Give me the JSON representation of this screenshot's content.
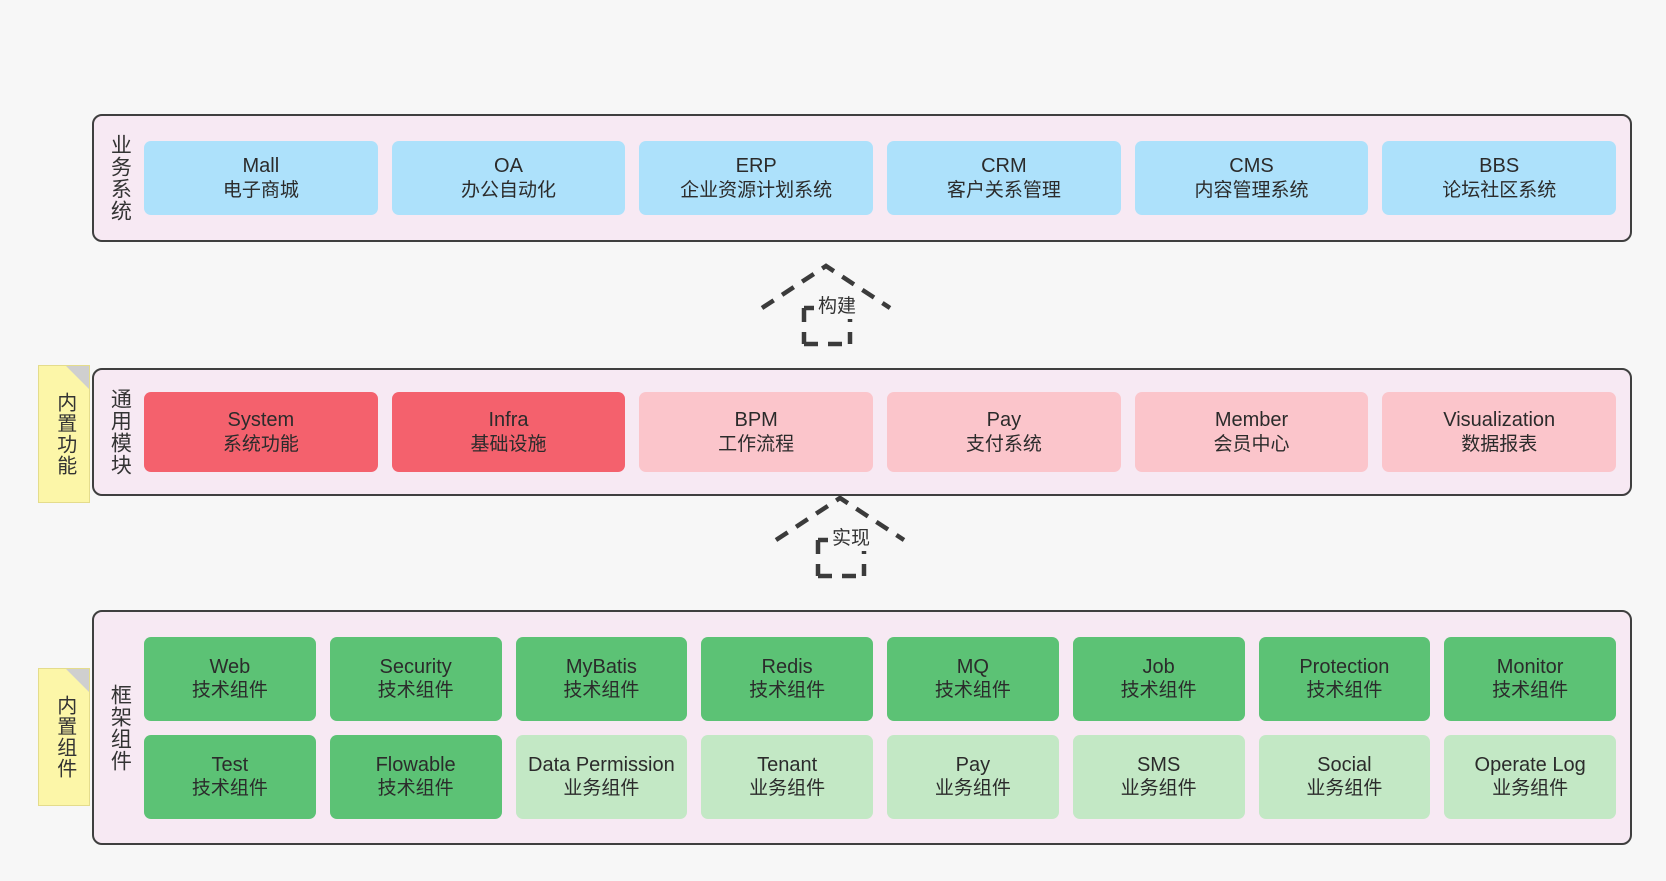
{
  "diagram": {
    "background_color": "#f7f7f7",
    "layer_fill": "#f7e9f3",
    "layer_border": "#3f3f3f",
    "note_color": "#fcf6a8",
    "colors": {
      "blue": "#ade1fb",
      "red": "#f4616d",
      "pink": "#fbc5cb",
      "green": "#5cc275",
      "light_green": "#c3e8c5"
    }
  },
  "layers": {
    "business": {
      "label": "业务系统",
      "items": [
        {
          "name": "Mall",
          "desc": "电子商城",
          "color": "blue"
        },
        {
          "name": "OA",
          "desc": "办公自动化",
          "color": "blue"
        },
        {
          "name": "ERP",
          "desc": "企业资源计划系统",
          "color": "blue"
        },
        {
          "name": "CRM",
          "desc": "客户关系管理",
          "color": "blue"
        },
        {
          "name": "CMS",
          "desc": "内容管理系统",
          "color": "blue"
        },
        {
          "name": "BBS",
          "desc": "论坛社区系统",
          "color": "blue"
        }
      ]
    },
    "common": {
      "label": "通用模块",
      "note": "内置功能",
      "items": [
        {
          "name": "System",
          "desc": "系统功能",
          "color": "red"
        },
        {
          "name": "Infra",
          "desc": "基础设施",
          "color": "red"
        },
        {
          "name": "BPM",
          "desc": "工作流程",
          "color": "pink"
        },
        {
          "name": "Pay",
          "desc": "支付系统",
          "color": "pink"
        },
        {
          "name": "Member",
          "desc": "会员中心",
          "color": "pink"
        },
        {
          "name": "Visualization",
          "desc": "数据报表",
          "color": "pink"
        }
      ]
    },
    "framework": {
      "label": "框架组件",
      "note": "内置组件",
      "row1": [
        {
          "name": "Web",
          "desc": "技术组件",
          "color": "green"
        },
        {
          "name": "Security",
          "desc": "技术组件",
          "color": "green"
        },
        {
          "name": "MyBatis",
          "desc": "技术组件",
          "color": "green"
        },
        {
          "name": "Redis",
          "desc": "技术组件",
          "color": "green"
        },
        {
          "name": "MQ",
          "desc": "技术组件",
          "color": "green"
        },
        {
          "name": "Job",
          "desc": "技术组件",
          "color": "green"
        },
        {
          "name": "Protection",
          "desc": "技术组件",
          "color": "green"
        },
        {
          "name": "Monitor",
          "desc": "技术组件",
          "color": "green"
        }
      ],
      "row2": [
        {
          "name": "Test",
          "desc": "技术组件",
          "color": "green"
        },
        {
          "name": "Flowable",
          "desc": "技术组件",
          "color": "green"
        },
        {
          "name": "Data Permission",
          "desc": "业务组件",
          "color": "light_green"
        },
        {
          "name": "Tenant",
          "desc": "业务组件",
          "color": "light_green"
        },
        {
          "name": "Pay",
          "desc": "业务组件",
          "color": "light_green"
        },
        {
          "name": "SMS",
          "desc": "业务组件",
          "color": "light_green"
        },
        {
          "name": "Social",
          "desc": "业务组件",
          "color": "light_green"
        },
        {
          "name": "Operate Log",
          "desc": "业务组件",
          "color": "light_green"
        }
      ]
    }
  },
  "connectors": [
    {
      "id": "build",
      "label": "构建",
      "style": "dashed-generalization-up"
    },
    {
      "id": "impl",
      "label": "实现",
      "style": "dashed-generalization-up"
    }
  ]
}
